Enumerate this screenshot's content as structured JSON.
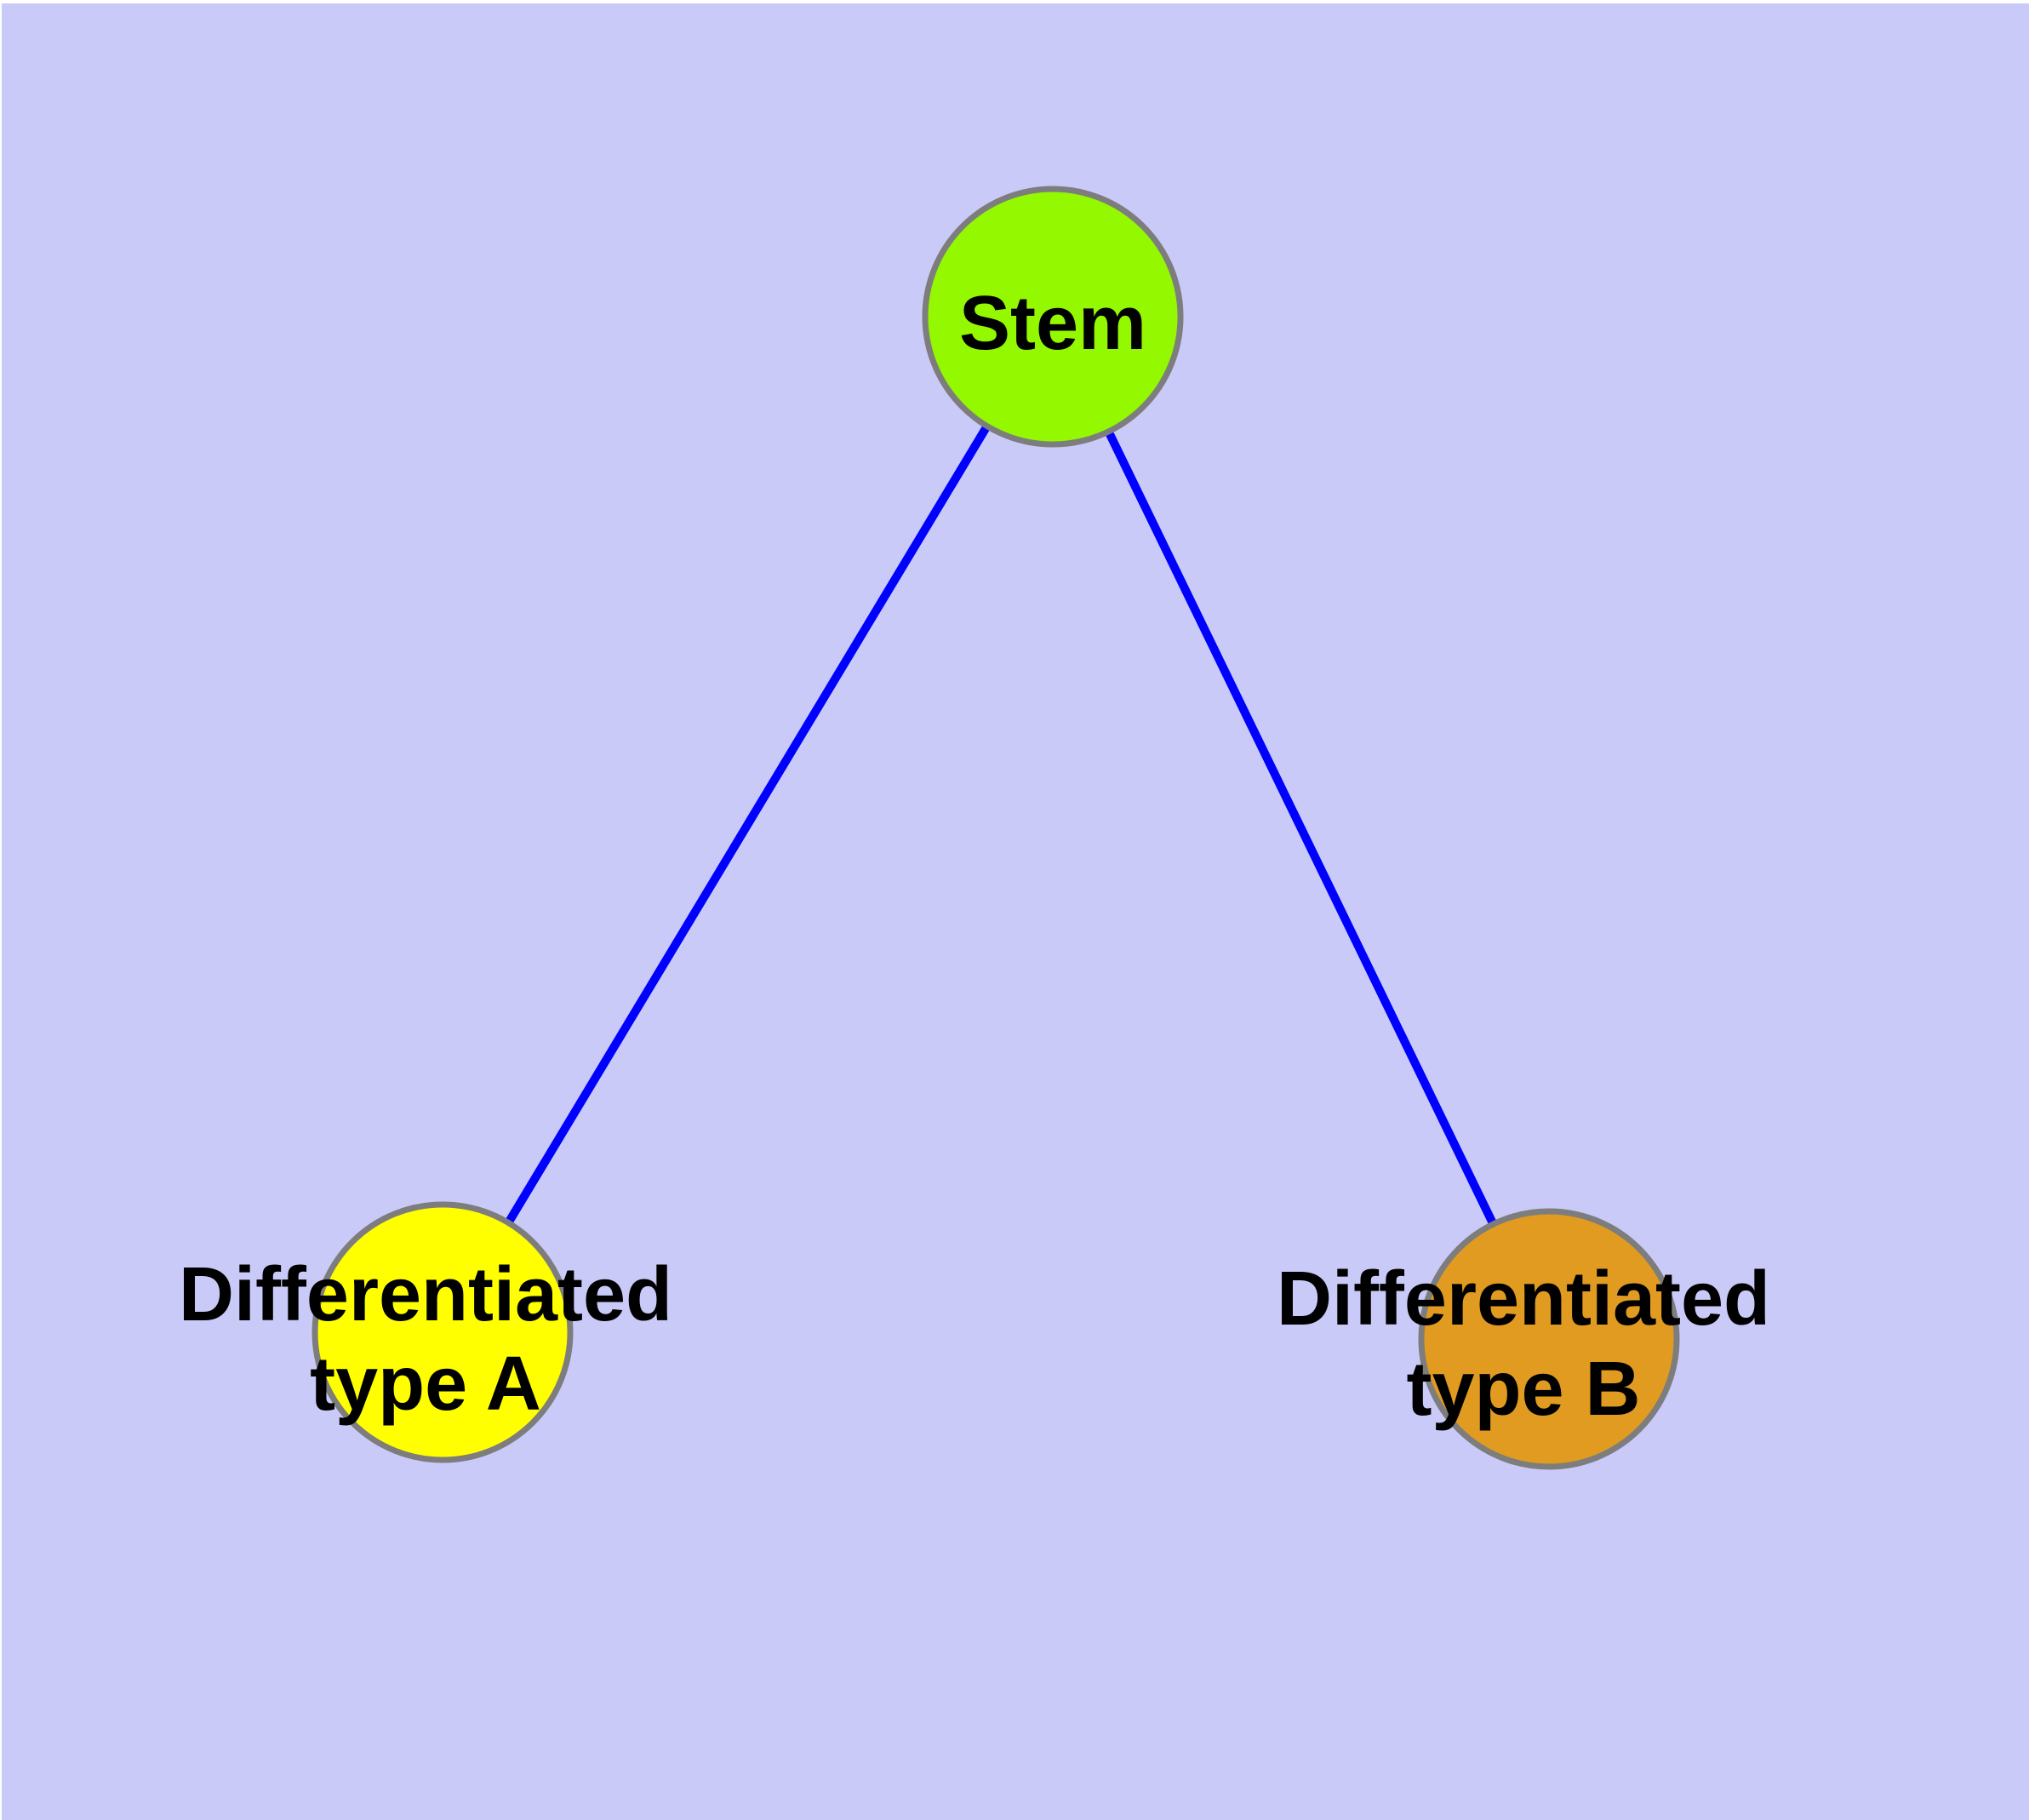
{
  "theme": {
    "background": "#cacaf8",
    "page_margin_color": "#ffffff",
    "edge_color": "#0000ff",
    "node_border_color": "#7d7d7d",
    "label_color": "#000000"
  },
  "diagram": {
    "type": "graph",
    "description_visible_only": "Three-node tree: one stem node connected to two differentiated nodes",
    "nodes": [
      {
        "id": "stem",
        "label": "Stem",
        "label_lines": [
          "Stem"
        ],
        "color": "#93f800"
      },
      {
        "id": "diff_a",
        "label": "Differentiated type A",
        "label_lines": [
          "Differentiated",
          "type A"
        ],
        "color": "#ffff00"
      },
      {
        "id": "diff_b",
        "label": "Differentiated type B",
        "label_lines": [
          "Differentiated",
          "type B"
        ],
        "color": "#e09b20"
      }
    ],
    "edges": [
      {
        "from": "stem",
        "to": "diff_a"
      },
      {
        "from": "stem",
        "to": "diff_b"
      }
    ]
  }
}
